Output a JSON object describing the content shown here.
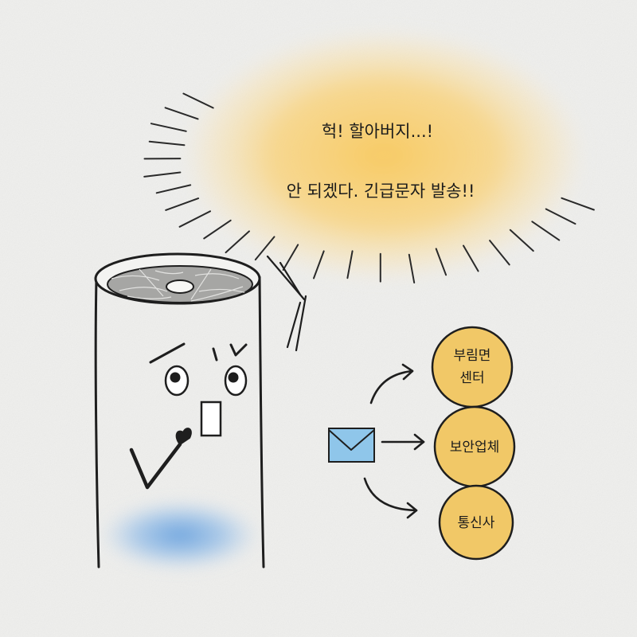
{
  "bubble": {
    "line1": "헉! 할아버지...!",
    "line2": "안 되겠다. 긴급문자 발송!!"
  },
  "recipients": [
    {
      "lines": [
        "부림면",
        "센터"
      ]
    },
    {
      "lines": [
        "보안업체"
      ]
    },
    {
      "lines": [
        "통신사"
      ]
    }
  ],
  "icons": [
    "envelope-icon",
    "arrow-icon"
  ],
  "colors": {
    "paper": "#efefed",
    "ink": "#1e1e1e",
    "bubble_glow": "#f8c95e",
    "recipient_fill": "#f1c867",
    "envelope": "#8fc6ea",
    "speaker_glow": "#5f9bdc",
    "grille": "#a6a6a4"
  }
}
